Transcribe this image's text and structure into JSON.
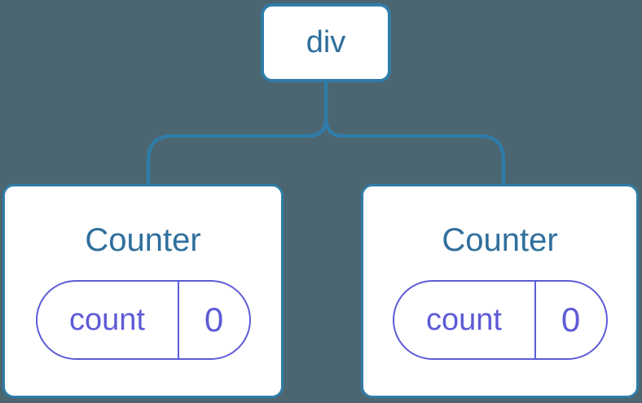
{
  "colors": {
    "background": "#4C6671",
    "stroke_blue": "#2F7CA8",
    "text_blue": "#2F6F9C",
    "purple": "#5D5BD6",
    "card_background": "#FFFFFF"
  },
  "tree": {
    "root": {
      "label": "div"
    },
    "children": [
      {
        "name": "Counter",
        "state": {
          "key": "count",
          "value": "0"
        }
      },
      {
        "name": "Counter",
        "state": {
          "key": "count",
          "value": "0"
        }
      }
    ]
  }
}
